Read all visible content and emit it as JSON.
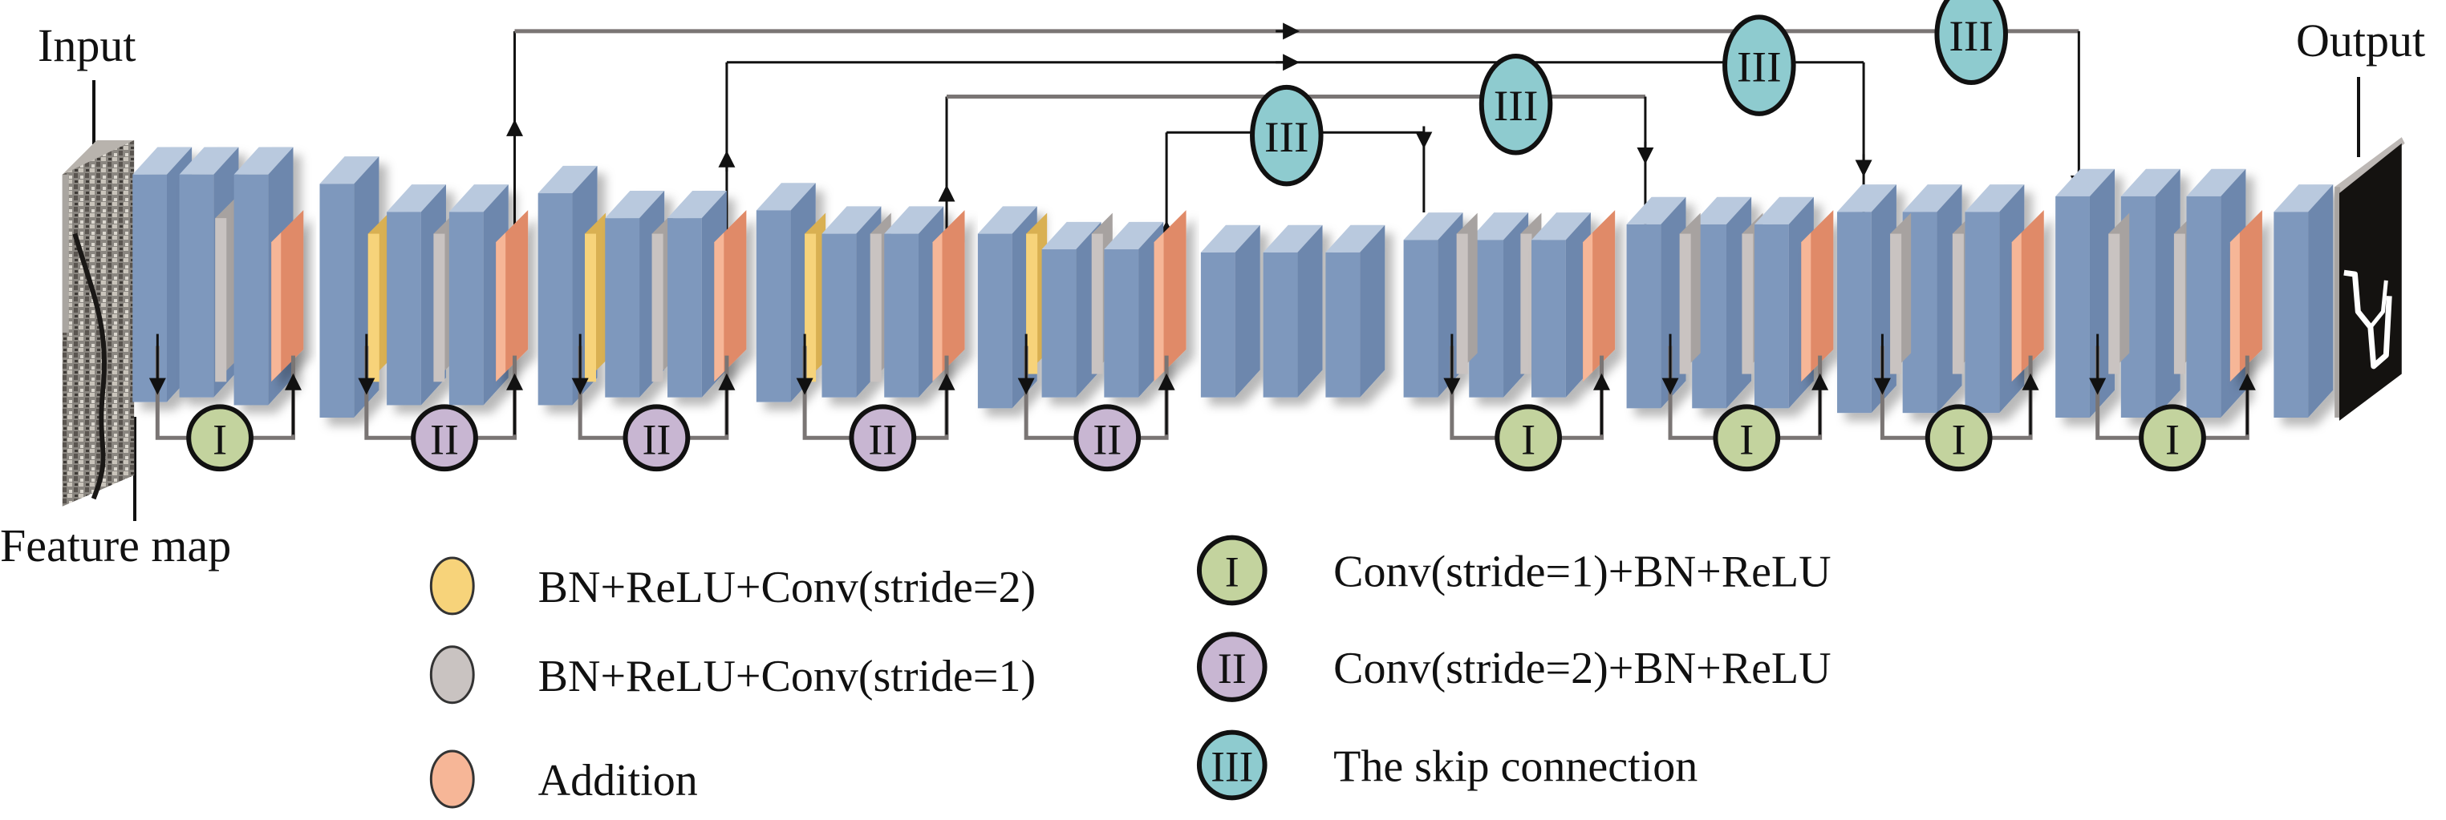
{
  "figure": {
    "input_label": "Input",
    "output_label": "Output",
    "feature_map_label": "Feature map"
  },
  "colors": {
    "plate_front": "#7e98bd",
    "plate_side": "#6d87ad",
    "plate_top": "#b9c9de",
    "bn_relu_conv_s2": "#f7d37a",
    "bn_relu_conv_s1": "#c9c3c1",
    "addition": "#f6b697",
    "addition_plate": "#e08a68",
    "module_I": "#c3d39e",
    "module_II": "#c8b6d2",
    "module_III": "#8ecbcf",
    "wire": "#111111",
    "wire_gray": "#7a7574"
  },
  "network": {
    "encoder_blocks": [
      {
        "id": "enc1",
        "module": "I",
        "has_yellow": false
      },
      {
        "id": "enc2",
        "module": "II",
        "has_yellow": true
      },
      {
        "id": "enc3",
        "module": "II",
        "has_yellow": true
      },
      {
        "id": "enc4",
        "module": "II",
        "has_yellow": true
      },
      {
        "id": "enc5",
        "module": "II",
        "has_yellow": true
      }
    ],
    "bridge": {
      "id": "bridge",
      "plates": 3
    },
    "decoder_blocks": [
      {
        "id": "dec1",
        "module": "I"
      },
      {
        "id": "dec2",
        "module": "I"
      },
      {
        "id": "dec3",
        "module": "I"
      },
      {
        "id": "dec4",
        "module": "I"
      }
    ],
    "skip_connections": [
      {
        "from": "enc2",
        "to": "dec4",
        "module": "III"
      },
      {
        "from": "enc3",
        "to": "dec3",
        "module": "III"
      },
      {
        "from": "enc4",
        "to": "dec2",
        "module": "III"
      },
      {
        "from": "enc5",
        "to": "dec1",
        "module": "III"
      }
    ],
    "module_numerals": {
      "I": "I",
      "II": "II",
      "III": "III"
    }
  },
  "legend": {
    "left": [
      {
        "key": "bn_relu_conv_s2",
        "label": "BN+ReLU+Conv(stride=2)"
      },
      {
        "key": "bn_relu_conv_s1",
        "label": "BN+ReLU+Conv(stride=1)"
      },
      {
        "key": "addition",
        "label": "Addition"
      }
    ],
    "right": [
      {
        "key": "module_I",
        "numeral": "I",
        "label": "Conv(stride=1)+BN+ReLU"
      },
      {
        "key": "module_II",
        "numeral": "II",
        "label": "Conv(stride=2)+BN+ReLU"
      },
      {
        "key": "module_III",
        "numeral": "III",
        "label": "The skip connection"
      }
    ]
  }
}
